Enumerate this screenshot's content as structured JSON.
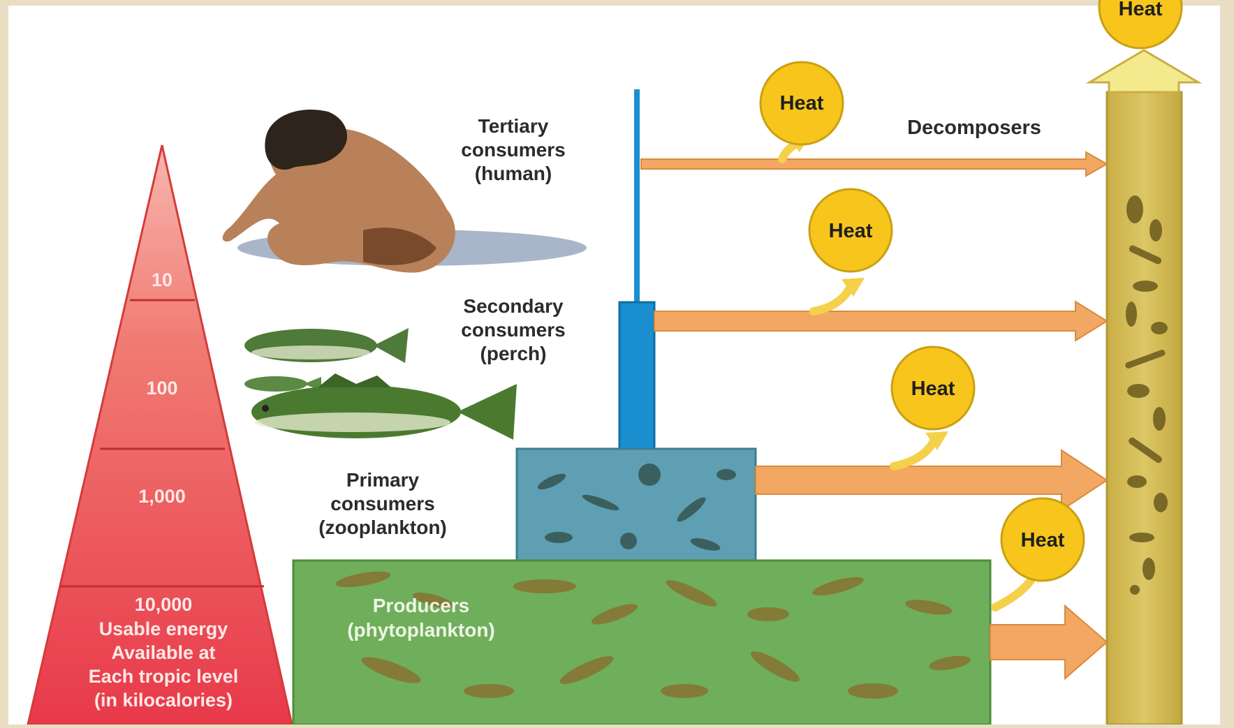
{
  "pyramid": {
    "levels": [
      "10",
      "100",
      "1,000",
      "10,000"
    ],
    "caption_lines": [
      "Usable energy",
      "Available at",
      "Each tropic level",
      "(in kilocalories)"
    ]
  },
  "tertiary": {
    "line1": "Tertiary",
    "line2": "consumers",
    "line3": "(human)"
  },
  "secondary": {
    "line1": "Secondary",
    "line2": "consumers",
    "line3": "(perch)"
  },
  "primary": {
    "line1": "Primary",
    "line2": "consumers",
    "line3": "(zooplankton)"
  },
  "producers": {
    "line1": "Producers",
    "line2": "(phytoplankton)"
  },
  "decomposers_label": "Decomposers",
  "heat_label": "Heat",
  "colors": {
    "pyramid": "#e94a4a",
    "producers": "#6fae5a",
    "zooplankton": "#5f9fb3",
    "stem": "#1a8fcf",
    "arrow": "#f2a862",
    "heat": "#f7c51c",
    "decomposer_bar": "#d2bb55"
  }
}
